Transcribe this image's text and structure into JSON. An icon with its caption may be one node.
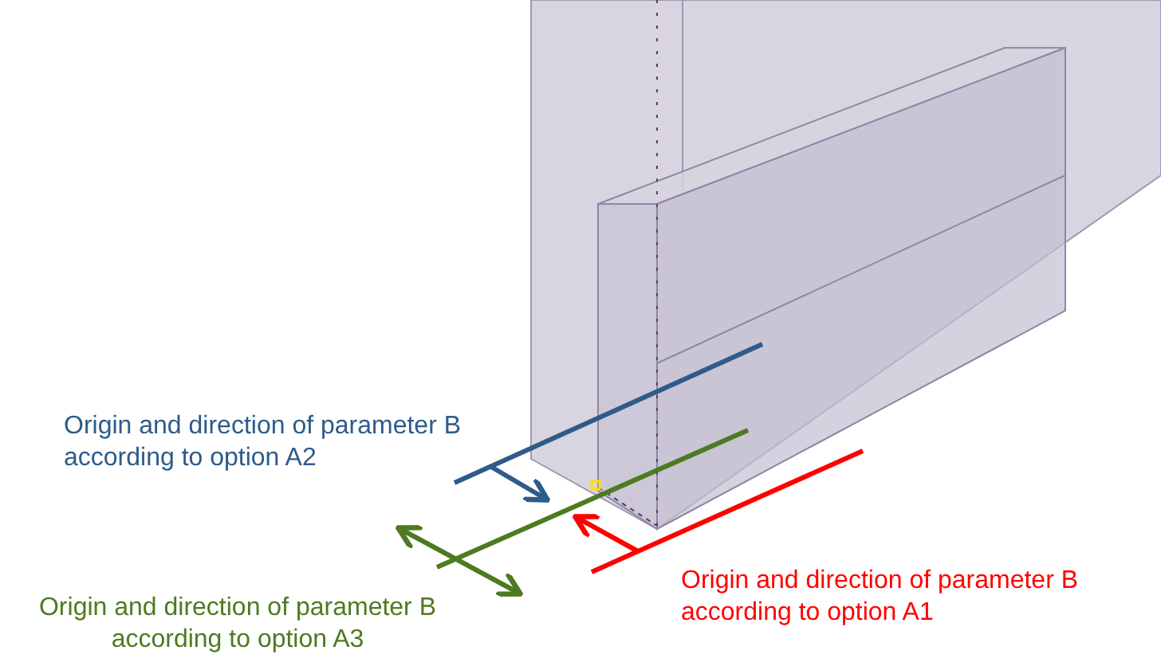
{
  "diagram": {
    "labels": [
      "Origin and direction of parameter B according to option A2",
      "Origin and direction of parameter B according to option A3",
      "Origin and direction of parameter B according to option A1"
    ]
  }
}
